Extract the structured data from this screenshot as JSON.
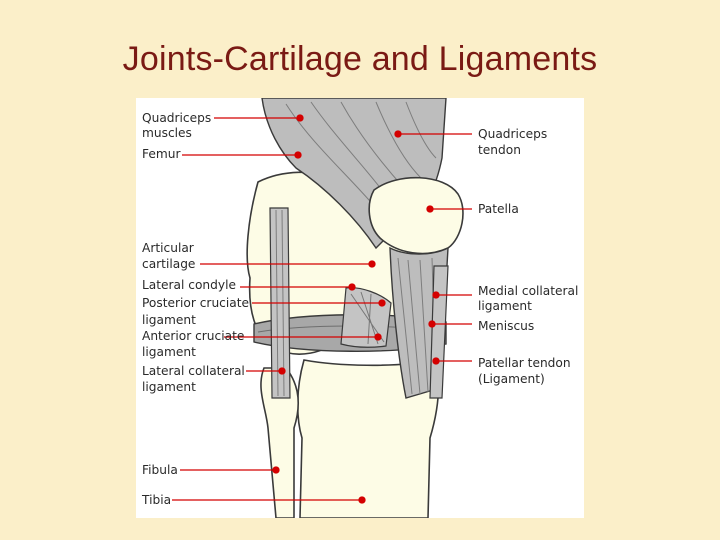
{
  "slide": {
    "title": "Joints-Cartilage and Ligaments"
  },
  "diagram": {
    "colors": {
      "bone": "#fdfce6",
      "ligament": "#b8b8b8",
      "leader": "#d40000",
      "outline": "#3a3a3a"
    },
    "labels_left": {
      "quadriceps_muscles_1": "Quadriceps",
      "quadriceps_muscles_2": "muscles",
      "femur": "Femur",
      "articular_cartilage_1": "Articular",
      "articular_cartilage_2": "cartilage",
      "lateral_condyle": "Lateral condyle",
      "posterior_cruciate_1": "Posterior cruciate",
      "posterior_cruciate_2": "ligament",
      "anterior_cruciate_1": "Anterior cruciate",
      "anterior_cruciate_2": "ligament",
      "lateral_collateral_1": "Lateral collateral",
      "lateral_collateral_2": "ligament",
      "fibula": "Fibula",
      "tibia": "Tibia"
    },
    "labels_right": {
      "quadriceps_tendon_1": "Quadriceps",
      "quadriceps_tendon_2": "tendon",
      "patella": "Patella",
      "medial_collateral_1": "Medial collateral",
      "medial_collateral_2": "ligament",
      "meniscus": "Meniscus",
      "patellar_tendon_1": "Patellar tendon",
      "patellar_tendon_2": "(Ligament)"
    }
  }
}
